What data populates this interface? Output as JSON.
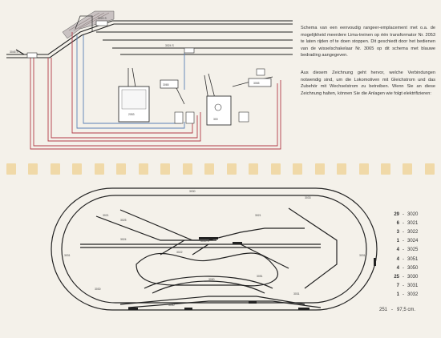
{
  "text": {
    "nl_paragraph": "Schema van een eenvoudig rangeer-emplacement met o.a. de mogelijkheid meerdere Lima-treinen op één transformator Nr. 2053 te laten rijden of te doen stoppen. Dit geschiedt door het bedienen van de wisselschakelaar Nr. 3065 op dit schema met blauwe bedrading aangegeven.",
    "de_paragraph": "Aus diesem Zeichnung geht hervor, welche Verbindungen notwendig sind, um die Lokomotiven mit Gleichstrom und das Zubehör mit Wechselstrom zu betreiben. Wenn Sie an diese Zeichnung halten, können Sie die Anlagen wie folgt elektrifizieren:"
  },
  "wiring_labels": {
    "transformer_left": "2053",
    "transformer_right": "300",
    "switch_box_1": "3065",
    "switch_box_2": "3065",
    "track_1": "3020 S",
    "track_2": "3045 S",
    "track_3": "3024 S"
  },
  "layout_labels": {
    "top_straight": "3030",
    "top_right": "3033",
    "left_curve": "3031",
    "right_curve": "3031",
    "center_left": "3021",
    "center_right": "3021",
    "mid_switch": "3050 S",
    "bottom_straight": "3030",
    "bottom_left": "3030",
    "bottom_right": "3031",
    "siding": "3025",
    "inner_1": "3024",
    "inner_2": "3022",
    "lower_oval": "3050",
    "lower_right": "3051"
  },
  "parts_list": [
    {
      "qty": "29",
      "part": "3020"
    },
    {
      "qty": "6",
      "part": "3021"
    },
    {
      "qty": "3",
      "part": "3022"
    },
    {
      "qty": "1",
      "part": "3024"
    },
    {
      "qty": "4",
      "part": "3025"
    },
    {
      "qty": "4",
      "part": "3051"
    },
    {
      "qty": "4",
      "part": "3050"
    },
    {
      "qty": "25",
      "part": "3030"
    },
    {
      "qty": "7",
      "part": "3031"
    },
    {
      "qty": "1",
      "part": "3032"
    }
  ],
  "totals": {
    "sep": "-",
    "length_count": "251",
    "length_cm": "97,5 cm."
  },
  "colors": {
    "track": "#222222",
    "wire_red": "#b23a48",
    "wire_blue": "#5a7fb5",
    "wire_black": "#333333",
    "dash": "#f0d9a8"
  }
}
